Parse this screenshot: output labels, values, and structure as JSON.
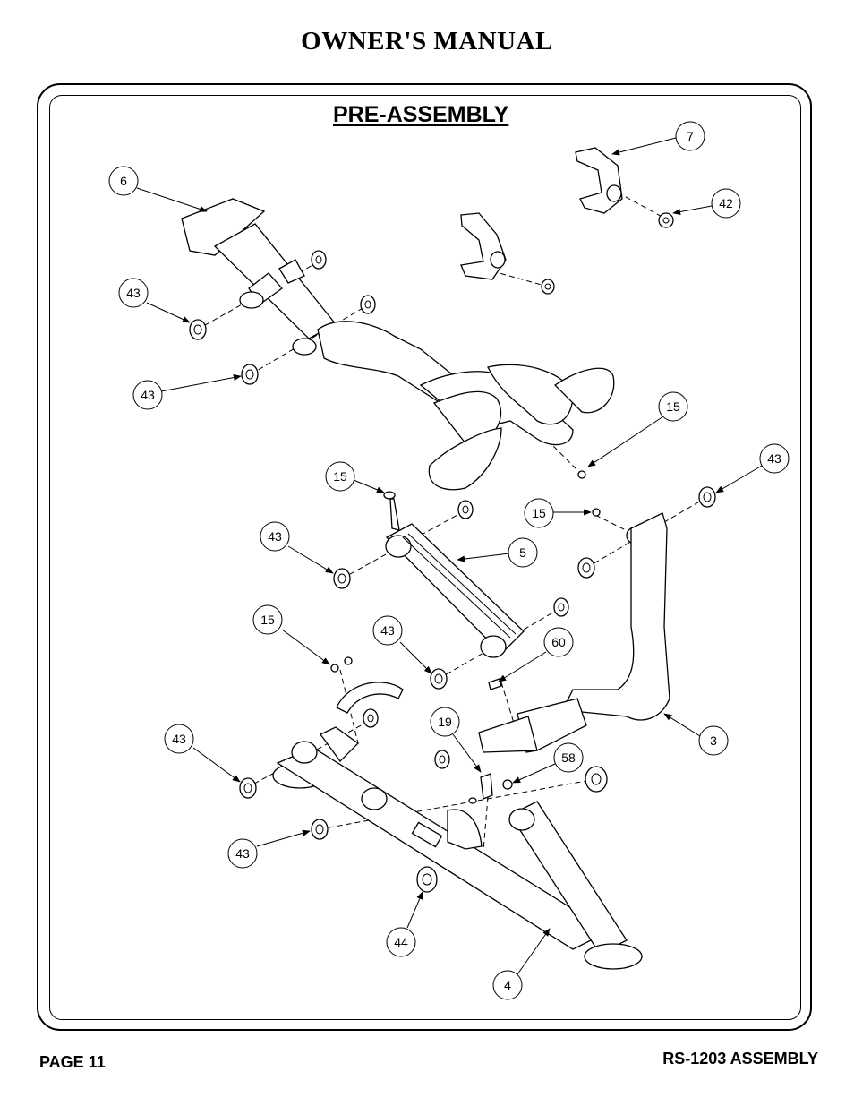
{
  "header": {
    "title": "OWNER'S MANUAL"
  },
  "section": {
    "title": "PRE-ASSEMBLY"
  },
  "footer": {
    "page": "PAGE 11",
    "doc": "RS-1203 ASSEMBLY"
  },
  "callouts": [
    "7",
    "6",
    "42",
    "43",
    "43",
    "15",
    "43",
    "15",
    "15",
    "43",
    "5",
    "15",
    "43",
    "60",
    "43",
    "19",
    "58",
    "3",
    "43",
    "44",
    "4"
  ]
}
